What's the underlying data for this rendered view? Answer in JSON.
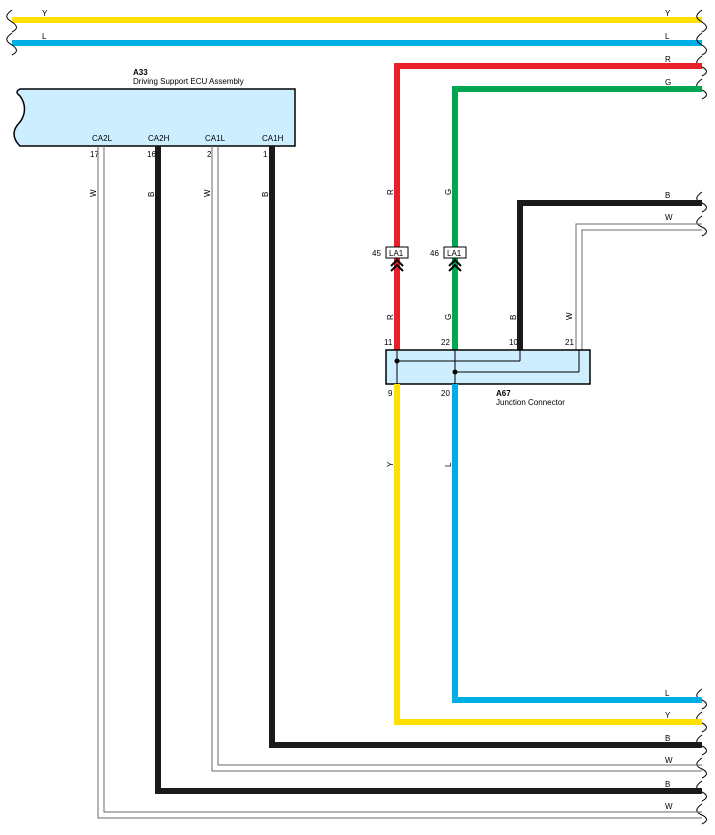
{
  "colors": {
    "Y": "#ffe000",
    "L": "#00aee6",
    "R": "#e8202a",
    "G": "#00a650",
    "B": "#1a1a1a",
    "W_outline": "#6a6a6a",
    "box_fill": "#cceeff"
  },
  "components": {
    "ecu": {
      "id": "A33",
      "name": "Driving Support ECU Assembly",
      "pins": [
        {
          "name": "CA2L",
          "num": "17",
          "wire": "W"
        },
        {
          "name": "CA2H",
          "num": "16",
          "wire": "B"
        },
        {
          "name": "CA1L",
          "num": "2",
          "wire": "W"
        },
        {
          "name": "CA1H",
          "num": "1",
          "wire": "B"
        }
      ]
    },
    "jc": {
      "id": "A67",
      "name": "Junction Connector",
      "top_pins": [
        {
          "num": "11",
          "wire": "R"
        },
        {
          "num": "22",
          "wire": "G"
        },
        {
          "num": "10",
          "wire": "B"
        },
        {
          "num": "21",
          "wire": "W"
        }
      ],
      "bottom_pins": [
        {
          "num": "9",
          "wire": "Y"
        },
        {
          "num": "20",
          "wire": "L"
        }
      ]
    },
    "connectors": [
      {
        "num": "45",
        "code": "LA1"
      },
      {
        "num": "46",
        "code": "LA1"
      }
    ]
  },
  "edge_labels": {
    "top": [
      "Y",
      "L"
    ],
    "right_top": [
      "R",
      "G"
    ],
    "right_mid": [
      "B",
      "W"
    ],
    "right_bottom": [
      "L",
      "Y",
      "B",
      "W",
      "B",
      "W"
    ]
  },
  "wire_labels": {
    "ecu": [
      "W",
      "B",
      "W",
      "B"
    ],
    "jc_upper": [
      "R",
      "G"
    ],
    "jc_lower": [
      "R",
      "G",
      "B",
      "W"
    ],
    "jc_out": [
      "Y",
      "L"
    ]
  }
}
